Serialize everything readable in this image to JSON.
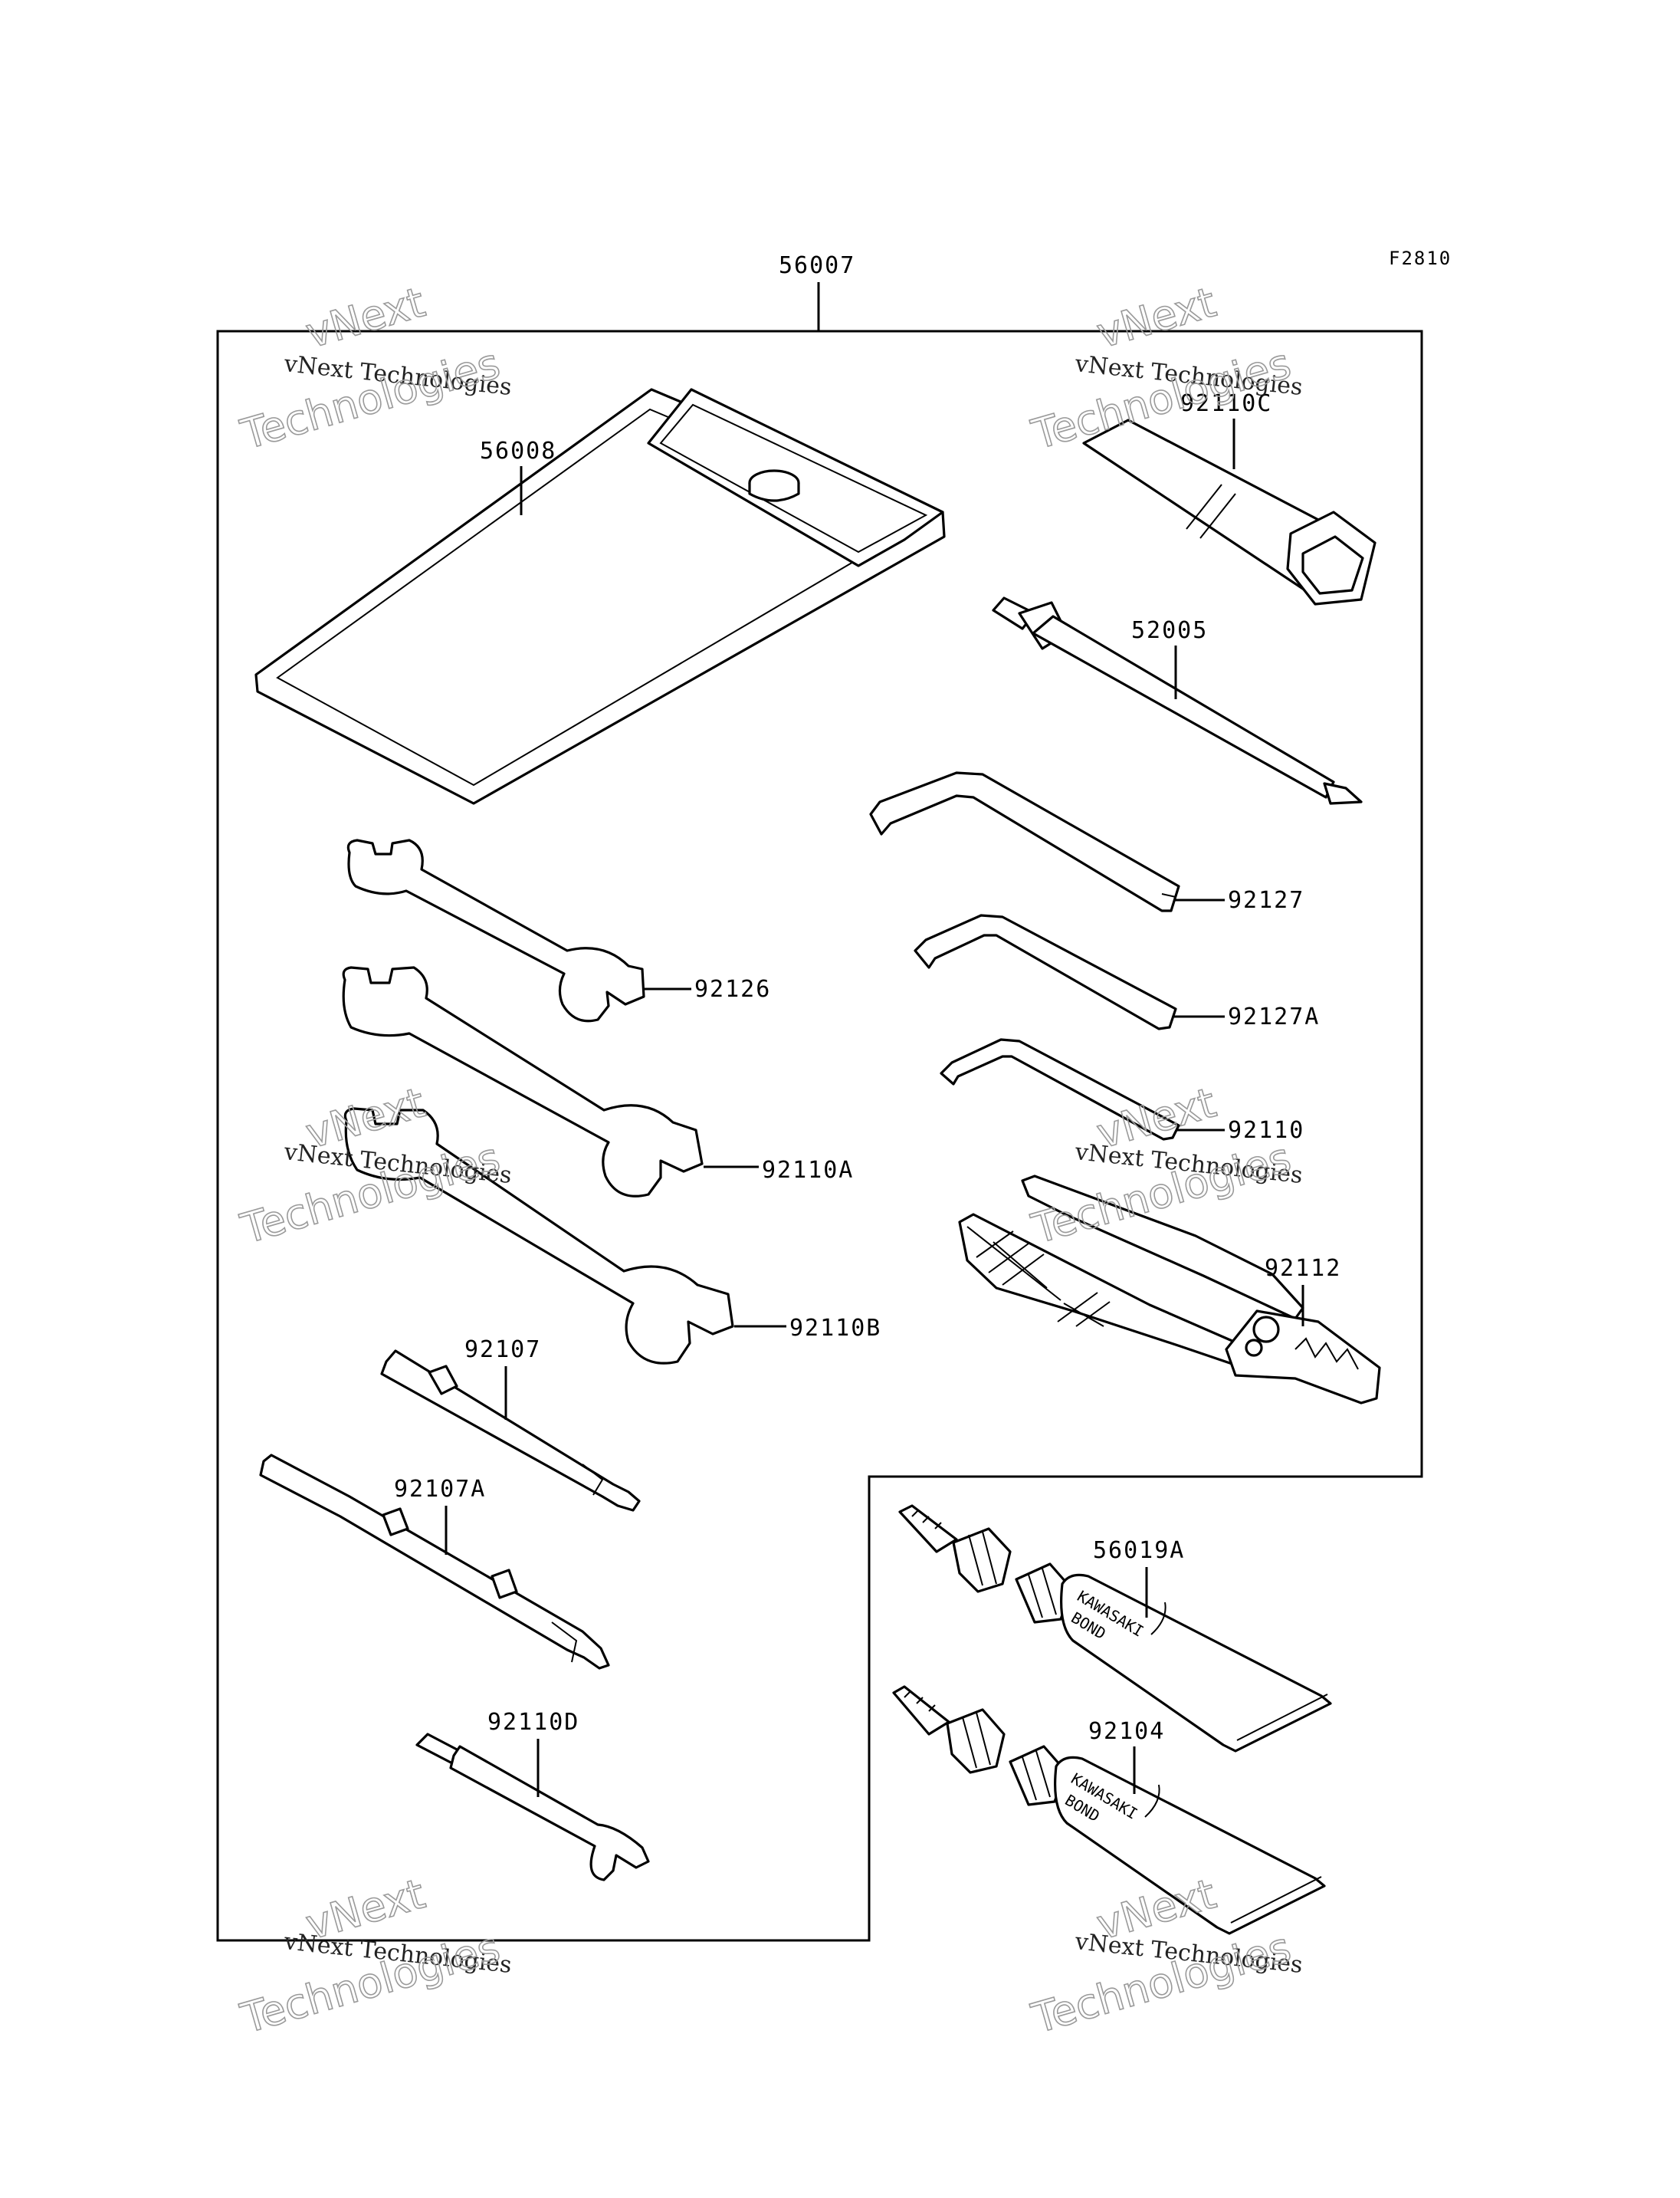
{
  "diagram_code": "F2810",
  "parts": {
    "set": "56007",
    "pouch": "56008",
    "plug_wrench": "92110C",
    "valve_tool": "52005",
    "hex_wrench_large": "92127",
    "hex_wrench_medium": "92127A",
    "hex_wrench_small": "92110",
    "wrench_small": "92126",
    "wrench_medium": "92110A",
    "wrench_large": "92110B",
    "pliers": "92112",
    "screwdriver_handle": "92107",
    "screwdriver": "92107A",
    "spoke_wrench": "92110D",
    "bond_tube_a": "56019A",
    "bond_tube_b": "92104"
  },
  "tube_print": {
    "line1": "KAWASAKI",
    "line2": "BOND"
  },
  "watermark": {
    "brand": "vNext",
    "line": "vNext Technologies",
    "word": "Technologies"
  }
}
